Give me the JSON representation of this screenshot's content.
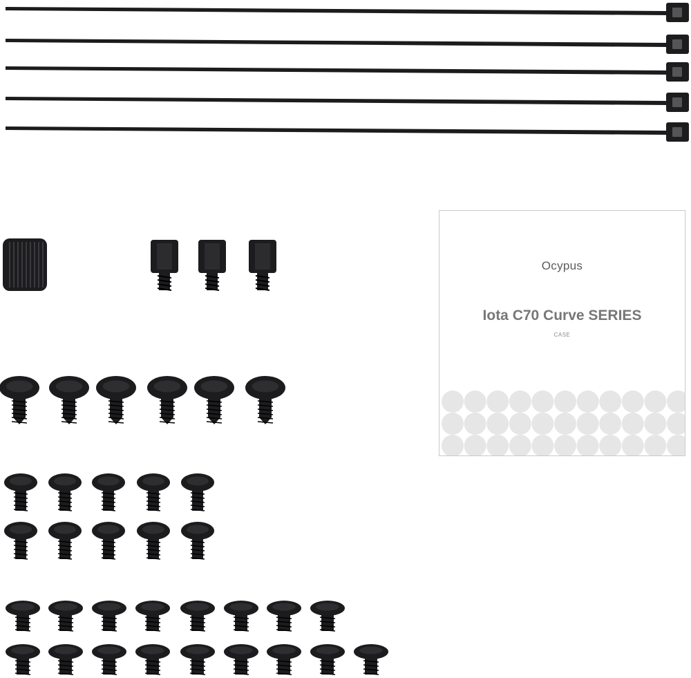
{
  "manual": {
    "brand": "Ocypus",
    "title": "Iota C70 Curve SERIES",
    "subtitle": "CASE"
  },
  "accessories": {
    "cable_ties": 5,
    "large_standoff": 1,
    "standoffs": 3,
    "fan_screws": 6,
    "medium_screws": 10,
    "small_screws": 17
  },
  "colors": {
    "part": "#1c1c1e",
    "part_highlight": "#3a3a3e",
    "manual_dots": "#e6e6e6"
  }
}
